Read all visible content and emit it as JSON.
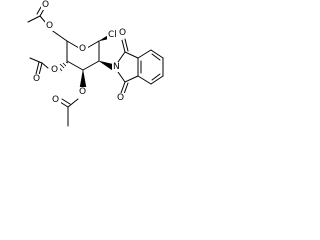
{
  "structure": {
    "atoms": {
      "ring_oxygen": "O",
      "chlorine": "Cl",
      "phthalimide_nitrogen": "N",
      "phthalimide_oxygen_top": "O",
      "phthalimide_oxygen_bottom": "O",
      "acetate_6_ester_oxygen": "O",
      "acetate_6_carbonyl_oxygen": "O",
      "acetate_4_ester_oxygen": "O",
      "acetate_4_carbonyl_oxygen": "O",
      "acetate_3_ester_oxygen": "O",
      "acetate_3_carbonyl_oxygen": "O"
    },
    "colors": {
      "bond": "#000000",
      "text": "#000000",
      "background": "#ffffff"
    }
  }
}
